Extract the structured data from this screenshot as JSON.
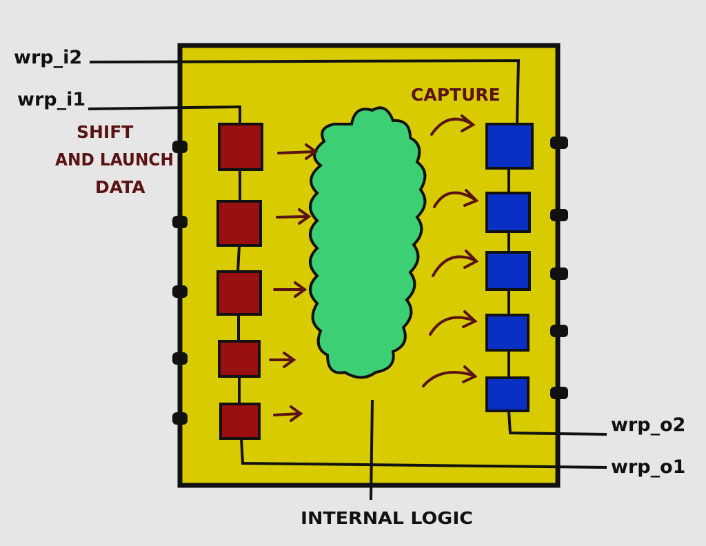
{
  "labels": {
    "wrp_i2": "wrp_i2",
    "wrp_i1": "wrp_i1",
    "wrp_o2": "wrp_o2",
    "wrp_o1": "wrp_o1",
    "shift_line1": "SHIFT",
    "shift_line2": "AND LAUNCH",
    "shift_line3": "DATA",
    "capture": "CAPTURE",
    "internal_logic": "INTERNAL LOGIC"
  },
  "colors": {
    "background": "#e6e6e6",
    "wrapper": "#d8cb00",
    "input_cell": "#9a1010",
    "output_cell": "#0a2fc4",
    "logic": "#3ccf73",
    "arrow": "#5a1212",
    "wire": "#111111"
  }
}
